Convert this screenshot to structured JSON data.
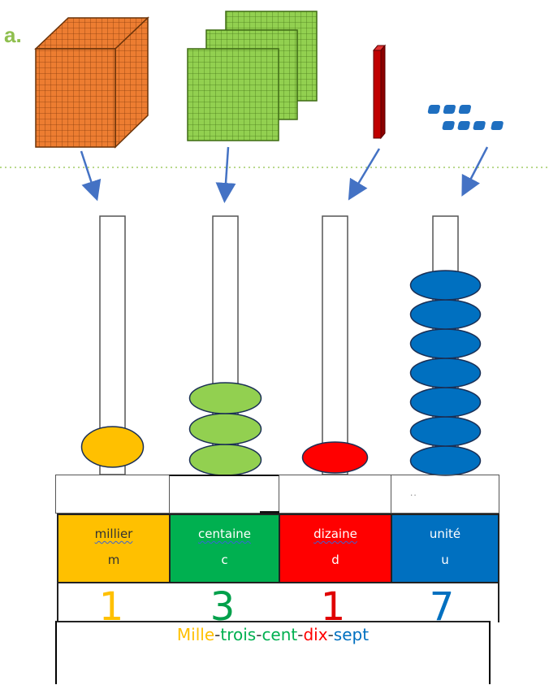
{
  "exercise": {
    "letter": "a."
  },
  "columns": [
    {
      "name": "millier",
      "abbr": "m",
      "digit": "1",
      "beads": 1,
      "bead_color": "#ffc000",
      "cell_color": "#ffc000",
      "digit_color": "#ffc000",
      "text_color": "#333333"
    },
    {
      "name": "centaine",
      "abbr": "c",
      "digit": "3",
      "beads": 3,
      "bead_color": "#92d050",
      "cell_color": "#00b050",
      "digit_color": "#00a04a",
      "text_color": "#ffffff"
    },
    {
      "name": "dizaine",
      "abbr": "d",
      "digit": "1",
      "beads": 1,
      "bead_color": "#ff0000",
      "cell_color": "#ff0000",
      "digit_color": "#e00000",
      "text_color": "#ffffff"
    },
    {
      "name": "unité",
      "abbr": "u",
      "digit": "7",
      "beads": 7,
      "bead_color": "#0070c0",
      "cell_color": "#0070c0",
      "digit_color": "#0070c0",
      "text_color": "#ffffff"
    }
  ],
  "blank_row": {
    "unit_hint": ".."
  },
  "words": [
    {
      "text": "Mille",
      "color": "#ffc000"
    },
    {
      "text": "-",
      "color": "#404040"
    },
    {
      "text": "trois",
      "color": "#00b050"
    },
    {
      "text": "-",
      "color": "#404040"
    },
    {
      "text": "cent",
      "color": "#00b050"
    },
    {
      "text": "-",
      "color": "#404040"
    },
    {
      "text": "dix",
      "color": "#ff0000"
    },
    {
      "text": "-",
      "color": "#404040"
    },
    {
      "text": "sept",
      "color": "#0070c0"
    }
  ],
  "colors": {
    "arrow": "#4472c4",
    "cube_orange": "#ed7d31",
    "flat_green": "#92d050",
    "rod_red": "#c00000",
    "unit_blue": "#1f6fc0"
  }
}
